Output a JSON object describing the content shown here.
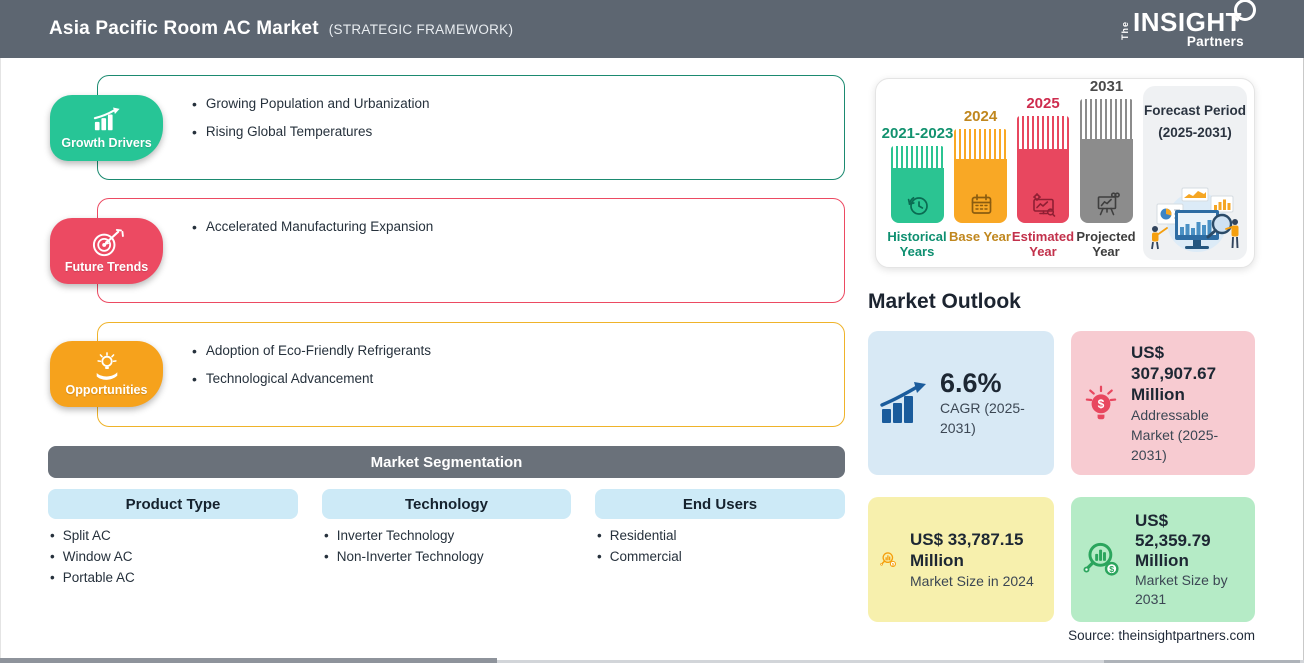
{
  "header": {
    "title": "Asia Pacific Room AC Market",
    "subtitle": "(STRATEGIC FRAMEWORK)",
    "logo": {
      "the": "The",
      "insight": "INSIGHT",
      "partners": "Partners"
    }
  },
  "framework": {
    "sections": [
      {
        "label": "Growth Drivers",
        "icon": "growth-chart-icon",
        "color": "#27C596",
        "items": [
          "Growing Population and Urbanization",
          "Rising Global Temperatures"
        ]
      },
      {
        "label": "Future Trends",
        "icon": "target-dart-icon",
        "color": "#EC4A62",
        "items": [
          "Accelerated Manufacturing Expansion"
        ]
      },
      {
        "label": "Opportunities",
        "icon": "bulb-hand-icon",
        "color": "#F6A21C",
        "items": [
          "Adoption of Eco-Friendly Refrigerants",
          "Technological Advancement"
        ]
      }
    ]
  },
  "segmentation": {
    "title": "Market Segmentation",
    "columns": [
      {
        "header": "Product Type",
        "items": [
          "Split AC",
          "Window AC",
          "Portable AC"
        ]
      },
      {
        "header": "Technology",
        "items": [
          "Inverter Technology",
          "Non-Inverter Technology"
        ]
      },
      {
        "header": "End Users",
        "items": [
          "Residential",
          "Commercial"
        ]
      }
    ]
  },
  "timeline": {
    "bars": [
      {
        "year": "2021-2023",
        "label": "Historical Years",
        "color": "#2BC492",
        "icon": "history-clock-icon"
      },
      {
        "year": "2024",
        "label": "Base Year",
        "color": "#F9A825",
        "icon": "calendar-icon"
      },
      {
        "year": "2025",
        "label": "Estimated Year",
        "color": "#E8475F",
        "icon": "monitor-analysis-icon"
      },
      {
        "year": "2031",
        "label": "Projected Year",
        "color": "#8C8C8C",
        "icon": "projection-screen-icon"
      }
    ],
    "forecast_period": {
      "title": "Forecast Period",
      "range": "(2025-2031)",
      "illustration": "analysts-dashboard-illustration"
    }
  },
  "outlook": {
    "title": "Market Outlook",
    "cards": [
      {
        "value": "6.6%",
        "desc": "CAGR (2025-2031)",
        "bg": "#D8E9F5",
        "icon": "growth-arrow-bars-icon",
        "icon_color": "#1B5C9C"
      },
      {
        "value": "US$ 307,907.67 Million",
        "desc": "Addressable Market (2025-2031)",
        "bg": "#F7CBD1",
        "icon": "bulb-dollar-icon",
        "icon_color": "#E8475F"
      },
      {
        "value": "US$ 33,787.15 Million",
        "desc": "Market Size in 2024",
        "bg": "#F7F0AD",
        "icon": "magnifier-chart-icon",
        "icon_color": "#F59F0E"
      },
      {
        "value": "US$ 52,359.79 Million",
        "desc": "Market Size by 2031",
        "bg": "#B5EBC6",
        "icon": "magnifier-chart-icon",
        "icon_color": "#2BA55D"
      }
    ],
    "source": "Source: theinsightpartners.com"
  }
}
